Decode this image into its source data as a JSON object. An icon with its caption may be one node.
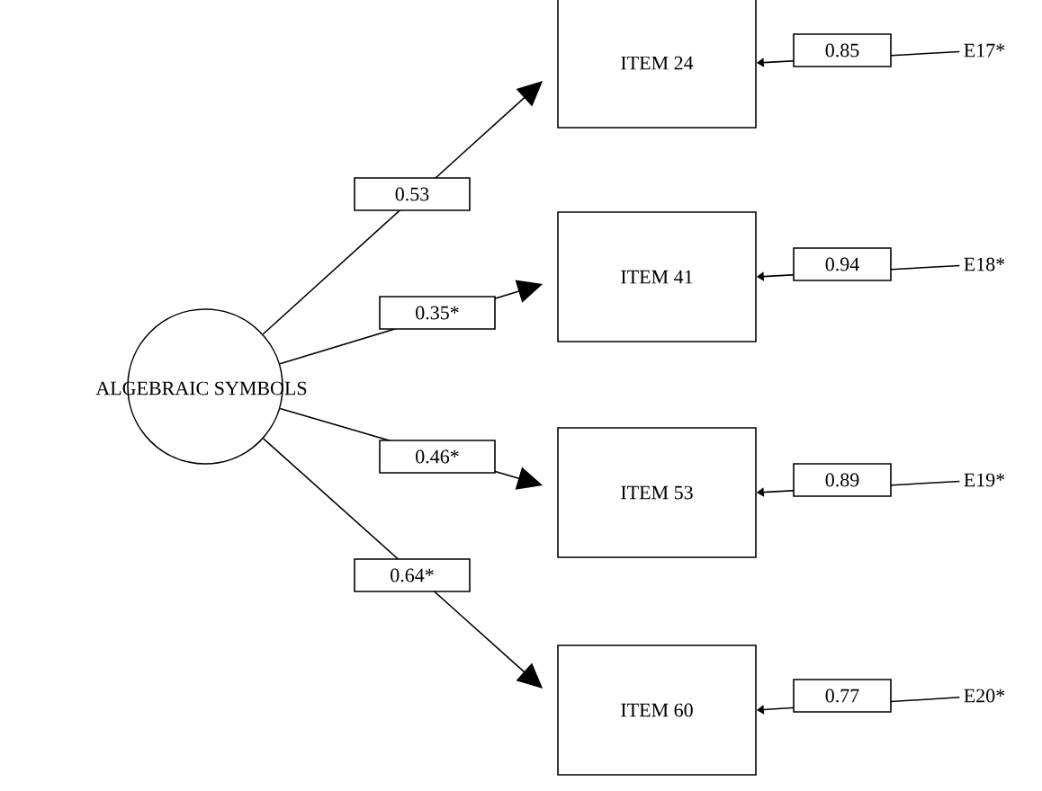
{
  "diagram": {
    "nodes": [
      {
        "text": [
          "ALGEBRAIC SYMBOLS"
        ]
      },
      {
        "text": [
          "ITEM 24"
        ]
      },
      {
        "text": [
          "ITEM 41"
        ]
      },
      {
        "text": [
          "ITEM 53"
        ]
      },
      {
        "text": [
          "ITEM 60"
        ]
      },
      {
        "text": [
          "E17*"
        ]
      },
      {
        "text": [
          "E18*"
        ]
      },
      {
        "text": [
          "E19*"
        ]
      },
      {
        "text": [
          "E20*"
        ]
      }
    ],
    "edges": [
      {
        "from": 0,
        "to": 1,
        "arrow": "to",
        "label": "0.53"
      },
      {
        "from": 0,
        "to": 2,
        "arrow": "to",
        "label": "0.35*"
      },
      {
        "from": 0,
        "to": 3,
        "arrow": "to",
        "label": "0.46*"
      },
      {
        "from": 0,
        "to": 4,
        "arrow": "to",
        "label": "0.64*"
      },
      {
        "from": 5,
        "to": 1,
        "arrow": "to",
        "label": "0.85"
      },
      {
        "from": 6,
        "to": 2,
        "arrow": "to",
        "label": "0.94"
      },
      {
        "from": 7,
        "to": 3,
        "arrow": "to",
        "label": "0.89"
      },
      {
        "from": 8,
        "to": 4,
        "arrow": "to",
        "label": "0.77"
      }
    ]
  }
}
